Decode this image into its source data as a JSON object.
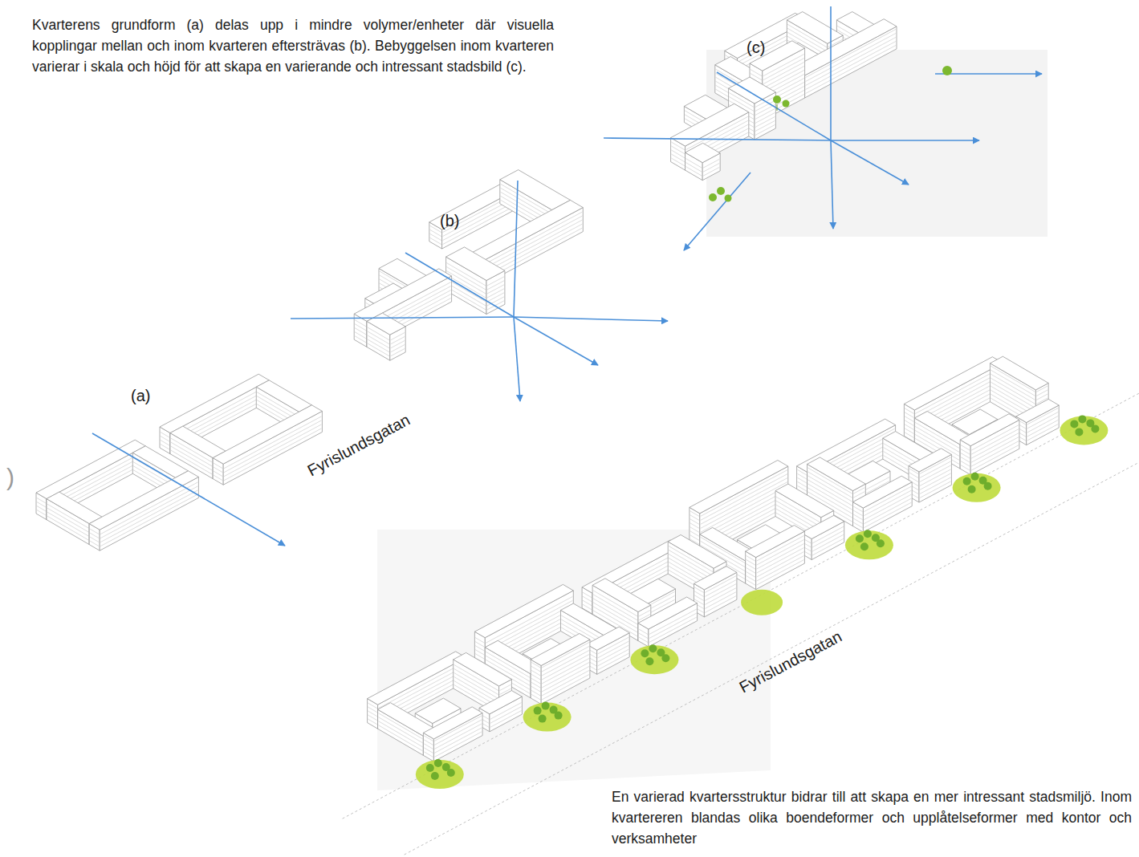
{
  "diagram": {
    "labels": [
      "Kvarterens grundform (a) delas upp i mindre volymer/enheter där visuella kopplingar mellan och inom kvarteren eftersträvas (b). Bebyggelsen inom kvarteren varierar i skala och höjd för att skapa en varierande och intressant stadsbild (c).",
      "(c)",
      "(b)",
      "(a)",
      "Fyrislundsgatan",
      ")",
      "Fyrislundsgatan",
      "En varierad kvartersstruktur bidrar till att skapa en mer intressant stadsmiljö. Inom kvartereren blandas olika boendeformer och upplåtelseformer med kontor och verksamheter"
    ]
  }
}
